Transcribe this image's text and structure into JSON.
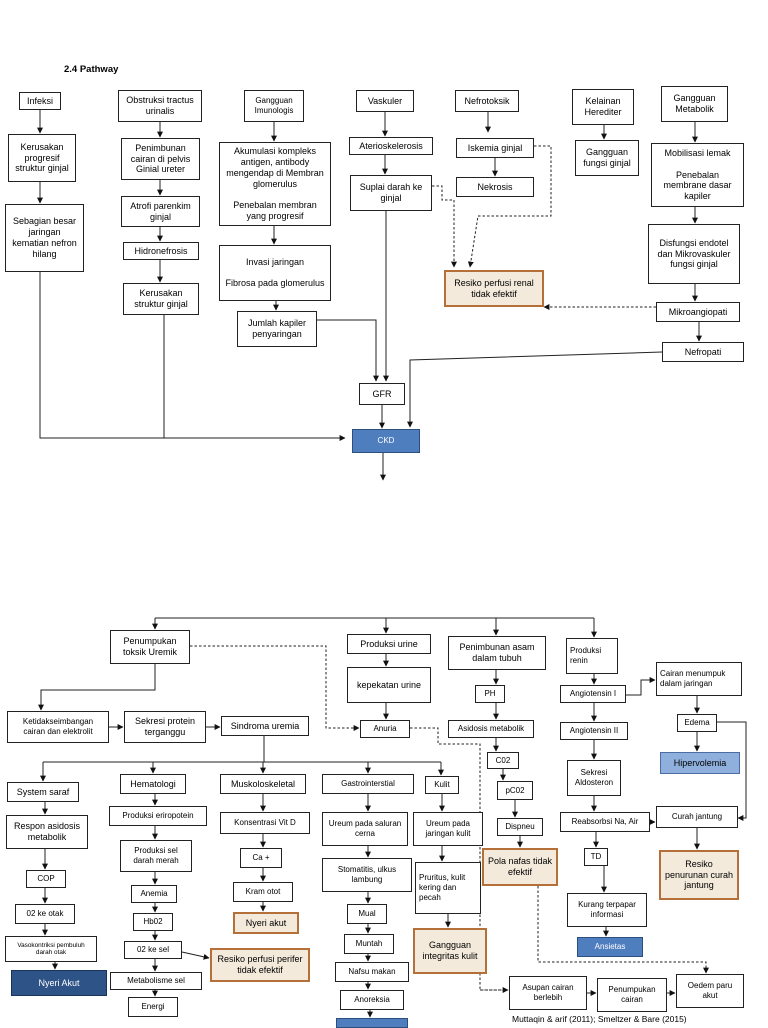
{
  "heading": "2.4 Pathway",
  "citation": "Muttaqin & arif (2011); Smeltzer & Bare (2015)",
  "nodes": {
    "infeksi": "Infeksi",
    "kerusakan_progresif": "Kerusakan progresif struktur ginjal",
    "sebagian_besar": "Sebagian besar jaringan kematian nefron hilang",
    "obstruksi": "Obstruksi tractus urinalis",
    "penimbunan_cairan_pelvis": "Penimbunan cairan di pelvis Ginial ureter",
    "atrofi": "Atrofi parenkim ginjal",
    "hidronefrosis": "Hidronefrosis",
    "kerusakan_struktur": "Kerusakan struktur ginjal",
    "gangguan_imunologis": "Gangguan Imunologis",
    "akumulasi": "Akumulasi kompleks antigen, antibody mengendap di Membran glomerulus\n\nPenebalan membran yang progresif",
    "invasi": "Invasi jaringan\n\nFibrosa pada glomerulus",
    "jumlah_kapiler": "Jumlah kapiler penyaringan",
    "vaskuler": "Vaskuler",
    "aterioskelerosis": "Aterioskelerosis",
    "suplai_darah": "Suplai darah ke ginjal",
    "nefrotoksik": "Nefrotoksik",
    "iskemia": "Iskemia ginjal",
    "nekrosis": "Nekrosis",
    "resiko_perfusi_renal": "Resiko perfusi renal tidak efektif",
    "kelainan_herediter": "Kelainan Herediter",
    "gangguan_fungsi": "Gangguan fungsi ginjal",
    "gangguan_metabolik": "Gangguan Metabolik",
    "mobilisasi": "Mobilisasi lemak\n\nPenebalan membrane dasar kapiler",
    "disfungsi": "Disfungsi endotel dan Mikrovaskuler fungsi ginjal",
    "mikroangiopati": "Mikroangiopati",
    "nefropati": "Nefropati",
    "gfr": "GFR",
    "ckd": "CKD",
    "penumpukan_toksik": "Penumpukan toksik Uremik",
    "produksi_urine": "Produksi urine",
    "kepekatan_urine": "kepekatan urine",
    "anuria": "Anuria",
    "penimbunan_asam": "Penimbunan asam dalam tubuh",
    "ph": "PH",
    "asidosis_metabolik": "Asidosis metabolik",
    "co2": "C02",
    "pco2": "pC02",
    "dispneu": "Dispneu",
    "pola_nafas": "Pola nafas tidak efektif",
    "produksi_renin": "Produksi renin",
    "angiotensin1": "Angiotensin I",
    "angiotensin2": "Angiotensin II",
    "sekresi_aldosteron": "Sekresi Aldosteron",
    "reabsorbsi": "Reabsorbsi Na, Air",
    "td": "TD",
    "kurang_terpapar": "Kurang terpapar informasi",
    "ansietas": "Ansietas",
    "cairan_menumpuk": "Cairan menumpuk dalam jaringan",
    "edema": "Edema",
    "hipervolemia": "Hipervolemia",
    "curah_jantung": "Curah jantung",
    "resiko_curah": "Resiko penurunan curah jantung",
    "ketidakseimbangan": "Ketidakseimbangan cairan dan elektrolit",
    "sekresi_protein": "Sekresi protein terganggu",
    "sindroma_uremia": "Sindroma uremia",
    "system_saraf": "System saraf",
    "respon_asidosis": "Respon asidosis metabolik",
    "cop": "COP",
    "o2_ke_otak": "02 ke otak",
    "vasokontriksi": "Vasokontriksi pembuluh darah otak",
    "nyeri_akut_blue": "Nyeri Akut",
    "hematologi": "Hematologi",
    "produksi_eriropotein": "Produksi eriropotein",
    "produksi_sel_darah": "Produksi sel darah merah",
    "anemia": "Anemia",
    "hb02": "Hb02",
    "o2_ke_sel": "02 ke sel",
    "metabolisme_sel": "Metabolisme sel",
    "energi": "Energi",
    "resiko_perfusi_perifer": "Resiko perfusi perifer tidak efektif",
    "muskoloskeletal": "Muskoloskeletal",
    "konsentrasi_vit_d": "Konsentrasi Vit D",
    "ca": "Ca +",
    "kram_otot": "Kram otot",
    "nyeri_akut_nursing": "Nyeri akut",
    "gastrointerstial": "Gastrointerstial",
    "ureum_saluran": "Ureum pada saluran cerna",
    "stomatitis": "Stomatitis, ulkus lambung",
    "mual": "Mual",
    "muntah": "Muntah",
    "nafsu_makan": "Nafsu makan",
    "anoreksia": "Anoreksia",
    "kulit": "Kulit",
    "ureum_kulit": "Ureum pada jaringan kulit",
    "pruritus": "Pruritus, kulit kering dan pecah",
    "gangguan_integritas": "Gangguan integritas kulit",
    "asupan_cairan": "Asupan cairan berlebih",
    "penumpukan_cairan": "Penumpukan cairan",
    "oedem_paru": "Oedem paru akut"
  }
}
